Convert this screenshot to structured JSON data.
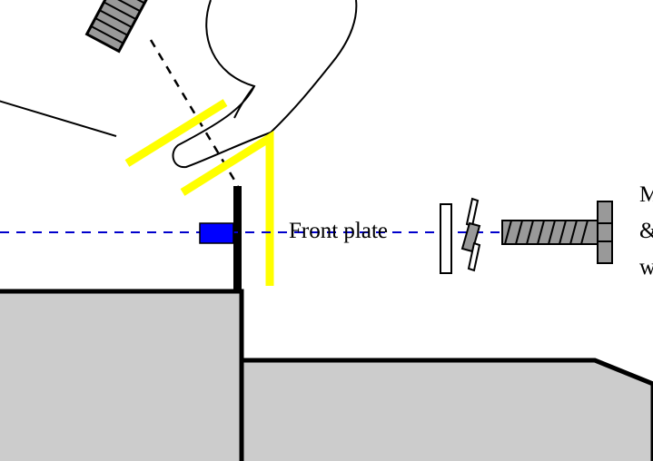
{
  "diagram": {
    "labels": {
      "front_plate": "Front plate",
      "cut_line1": "M",
      "cut_line2": "&",
      "cut_line3": "w"
    },
    "colors": {
      "background": "#ffffff",
      "bracket": "#ffff00",
      "block": "#0000ff",
      "axis_line": "#0000cc",
      "base": "#cccccc",
      "outline": "#000000",
      "screw": "#999999"
    }
  }
}
